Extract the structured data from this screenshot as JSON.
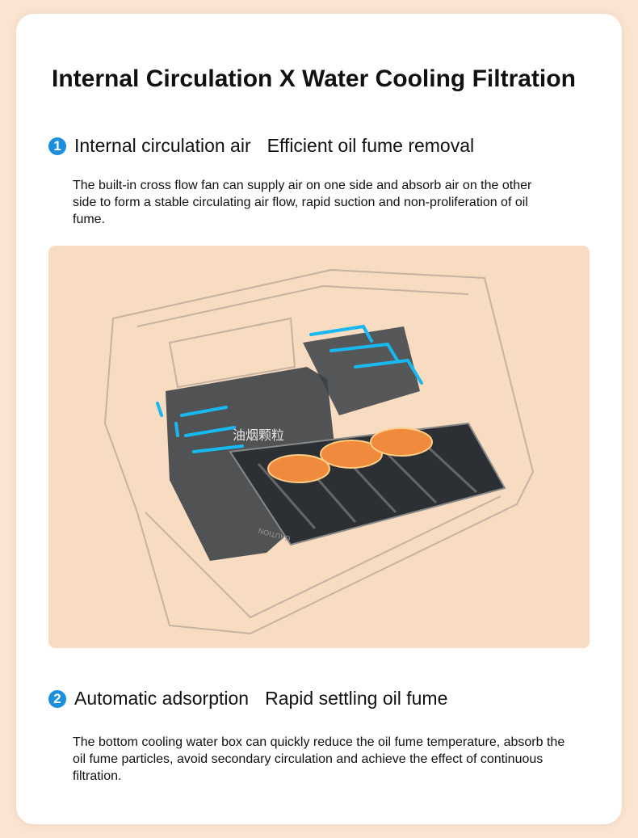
{
  "title": "Internal Circulation X Water Cooling Filtration",
  "sections": [
    {
      "number": "1",
      "heading_a": "Internal circulation air",
      "heading_b": "Efficient oil fume removal",
      "description": "The built-in cross flow fan can supply air on one side and absorb air on the other side to form a stable circulating air flow, rapid suction and non-proliferation of oil fume."
    },
    {
      "number": "2",
      "heading_a": "Automatic adsorption",
      "heading_b": "Rapid settling oil fume",
      "description": "The bottom cooling water box can quickly reduce the oil fume temperature, absorb the oil fume particles, avoid secondary circulation and achieve the effect of continuous filtration."
    }
  ],
  "illustration": {
    "particles_label": "油烟颗粒",
    "caution_label": "CAUTION"
  },
  "colors": {
    "accent": "#1a8fde",
    "airflow": "#18b8f0",
    "panel": "#f7dcc1"
  }
}
